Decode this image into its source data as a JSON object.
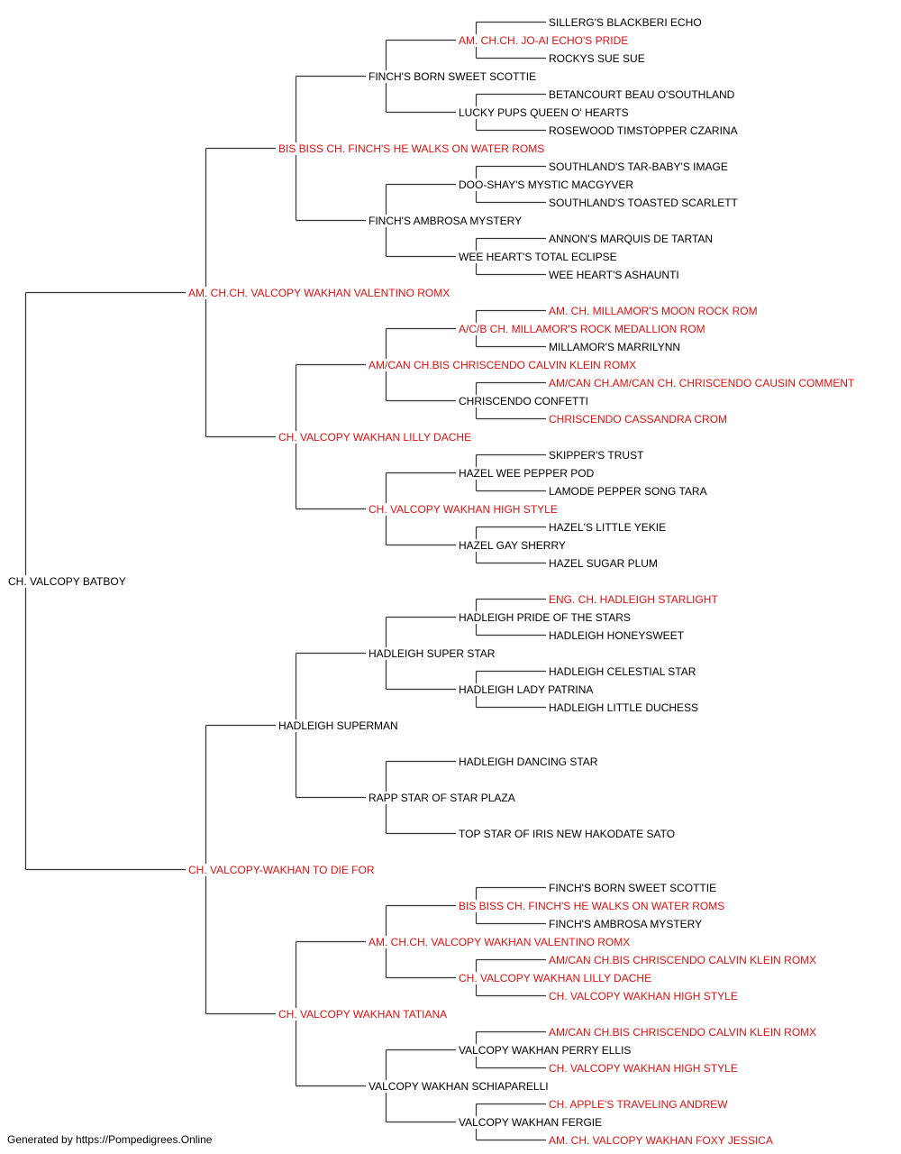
{
  "colors": {
    "champion": "#e01010",
    "normal": "#000000",
    "line": "#333333"
  },
  "footer": "Generated by https://Pompedigrees.Online",
  "pedigree": {
    "name": "CH. VALCOPY BATBOY",
    "champion": false,
    "sire": {
      "name": "AM. CH.CH. VALCOPY WAKHAN VALENTINO ROMX",
      "champion": true,
      "sire": {
        "name": "BIS BISS CH. FINCH'S HE WALKS ON WATER ROMS",
        "champion": true,
        "sire": {
          "name": "FINCH'S BORN SWEET SCOTTIE",
          "champion": false,
          "sire": {
            "name": "AM. CH.CH. JO-AI ECHO'S PRIDE",
            "champion": true,
            "sire": {
              "name": "SILLERG'S BLACKBERI ECHO",
              "champion": false
            },
            "dam": {
              "name": "ROCKYS SUE SUE",
              "champion": false
            }
          },
          "dam": {
            "name": "LUCKY PUPS QUEEN O' HEARTS",
            "champion": false,
            "sire": {
              "name": "BETANCOURT BEAU O'SOUTHLAND",
              "champion": false
            },
            "dam": {
              "name": "ROSEWOOD TIMSTOPPER CZARINA",
              "champion": false
            }
          }
        },
        "dam": {
          "name": "FINCH'S AMBROSA MYSTERY",
          "champion": false,
          "sire": {
            "name": "DOO-SHAY'S MYSTIC MACGYVER",
            "champion": false,
            "sire": {
              "name": "SOUTHLAND'S TAR-BABY'S IMAGE",
              "champion": false
            },
            "dam": {
              "name": "SOUTHLAND'S TOASTED SCARLETT",
              "champion": false
            }
          },
          "dam": {
            "name": "WEE HEART'S TOTAL ECLIPSE",
            "champion": false,
            "sire": {
              "name": "ANNON'S MARQUIS DE TARTAN",
              "champion": false
            },
            "dam": {
              "name": "WEE HEART'S ASHAUNTI",
              "champion": false
            }
          }
        }
      },
      "dam": {
        "name": "CH. VALCOPY WAKHAN LILLY DACHE",
        "champion": true,
        "sire": {
          "name": "AM/CAN CH.BIS CHRISCENDO CALVIN KLEIN ROMX",
          "champion": true,
          "sire": {
            "name": "A/C/B CH. MILLAMOR'S ROCK MEDALLION ROM",
            "champion": true,
            "sire": {
              "name": "AM. CH. MILLAMOR'S MOON ROCK ROM",
              "champion": true
            },
            "dam": {
              "name": "MILLAMOR'S MARRILYNN",
              "champion": false
            }
          },
          "dam": {
            "name": "CHRISCENDO CONFETTI",
            "champion": false,
            "sire": {
              "name": "AM/CAN CH.AM/CAN CH. CHRISCENDO CAUSIN COMMENT",
              "champion": true
            },
            "dam": {
              "name": "CHRISCENDO CASSANDRA CROM",
              "champion": true
            }
          }
        },
        "dam": {
          "name": "CH. VALCOPY WAKHAN HIGH STYLE",
          "champion": true,
          "sire": {
            "name": "HAZEL WEE PEPPER POD",
            "champion": false,
            "sire": {
              "name": "SKIPPER'S TRUST",
              "champion": false
            },
            "dam": {
              "name": "LAMODE PEPPER SONG TARA",
              "champion": false
            }
          },
          "dam": {
            "name": "HAZEL GAY SHERRY",
            "champion": false,
            "sire": {
              "name": "HAZEL'S LITTLE YEKIE",
              "champion": false
            },
            "dam": {
              "name": "HAZEL SUGAR PLUM",
              "champion": false
            }
          }
        }
      }
    },
    "dam": {
      "name": "CH. VALCOPY-WAKHAN TO DIE FOR",
      "champion": true,
      "sire": {
        "name": "HADLEIGH SUPERMAN",
        "champion": false,
        "sire": {
          "name": "HADLEIGH SUPER STAR",
          "champion": false,
          "sire": {
            "name": "HADLEIGH PRIDE OF THE STARS",
            "champion": false,
            "sire": {
              "name": "ENG. CH. HADLEIGH STARLIGHT",
              "champion": true
            },
            "dam": {
              "name": "HADLEIGH HONEYSWEET",
              "champion": false
            }
          },
          "dam": {
            "name": "HADLEIGH LADY PATRINA",
            "champion": false,
            "sire": {
              "name": "HADLEIGH CELESTIAL STAR",
              "champion": false
            },
            "dam": {
              "name": "HADLEIGH LITTLE DUCHESS",
              "champion": false
            }
          }
        },
        "dam": {
          "name": "RAPP STAR OF STAR PLAZA",
          "champion": false,
          "sire": {
            "name": "HADLEIGH DANCING STAR",
            "champion": false
          },
          "dam": {
            "name": "TOP STAR OF IRIS NEW HAKODATE SATO",
            "champion": false
          }
        }
      },
      "dam": {
        "name": "CH. VALCOPY WAKHAN TATIANA",
        "champion": true,
        "sire": {
          "name": "AM. CH.CH. VALCOPY WAKHAN VALENTINO ROMX",
          "champion": true,
          "sire": {
            "name": "BIS BISS CH. FINCH'S HE WALKS ON WATER ROMS",
            "champion": true,
            "sire": {
              "name": "FINCH'S BORN SWEET SCOTTIE",
              "champion": false
            },
            "dam": {
              "name": "FINCH'S AMBROSA MYSTERY",
              "champion": false
            }
          },
          "dam": {
            "name": "CH. VALCOPY WAKHAN LILLY DACHE",
            "champion": true,
            "sire": {
              "name": "AM/CAN CH.BIS CHRISCENDO CALVIN KLEIN ROMX",
              "champion": true
            },
            "dam": {
              "name": "CH. VALCOPY WAKHAN HIGH STYLE",
              "champion": true
            }
          }
        },
        "dam": {
          "name": "VALCOPY WAKHAN SCHIAPARELLI",
          "champion": false,
          "sire": {
            "name": "VALCOPY WAKHAN PERRY ELLIS",
            "champion": false,
            "sire": {
              "name": "AM/CAN CH.BIS CHRISCENDO CALVIN KLEIN ROMX",
              "champion": true
            },
            "dam": {
              "name": "CH. VALCOPY WAKHAN HIGH STYLE",
              "champion": true
            }
          },
          "dam": {
            "name": "VALCOPY WAKHAN FERGIE",
            "champion": false,
            "sire": {
              "name": "CH. APPLE'S TRAVELING ANDREW",
              "champion": true
            },
            "dam": {
              "name": "AM. CH. VALCOPY WAKHAN FOXY JESSICA",
              "champion": true
            }
          }
        }
      }
    }
  }
}
